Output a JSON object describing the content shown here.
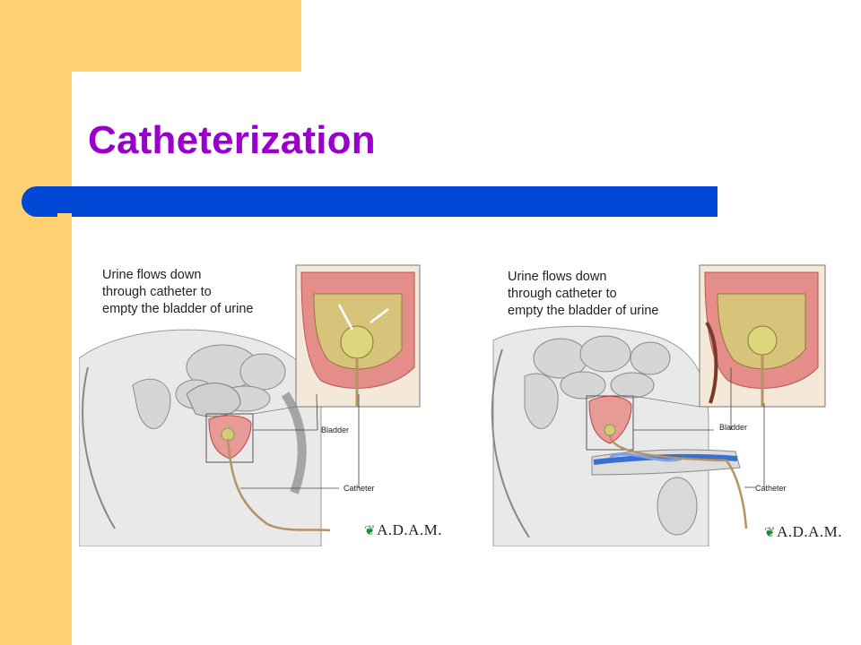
{
  "slide": {
    "title": "Catheterization"
  },
  "diagrams": [
    {
      "caption": "Urine flows down\nthrough catheter to\nempty the bladder of urine",
      "label_bladder": "Bladder",
      "label_catheter": "Catheter",
      "logo_text": "A.D.A.M."
    },
    {
      "caption": "Urine flows down\nthrough catheter to\nempty the bladder of urine",
      "label_bladder": "Bladder",
      "label_catheter": "Catheter",
      "logo_text": "A.D.A.M."
    }
  ],
  "colors": {
    "band": "#FFD173",
    "title": "#9900CC",
    "rule": "#0047D6"
  }
}
